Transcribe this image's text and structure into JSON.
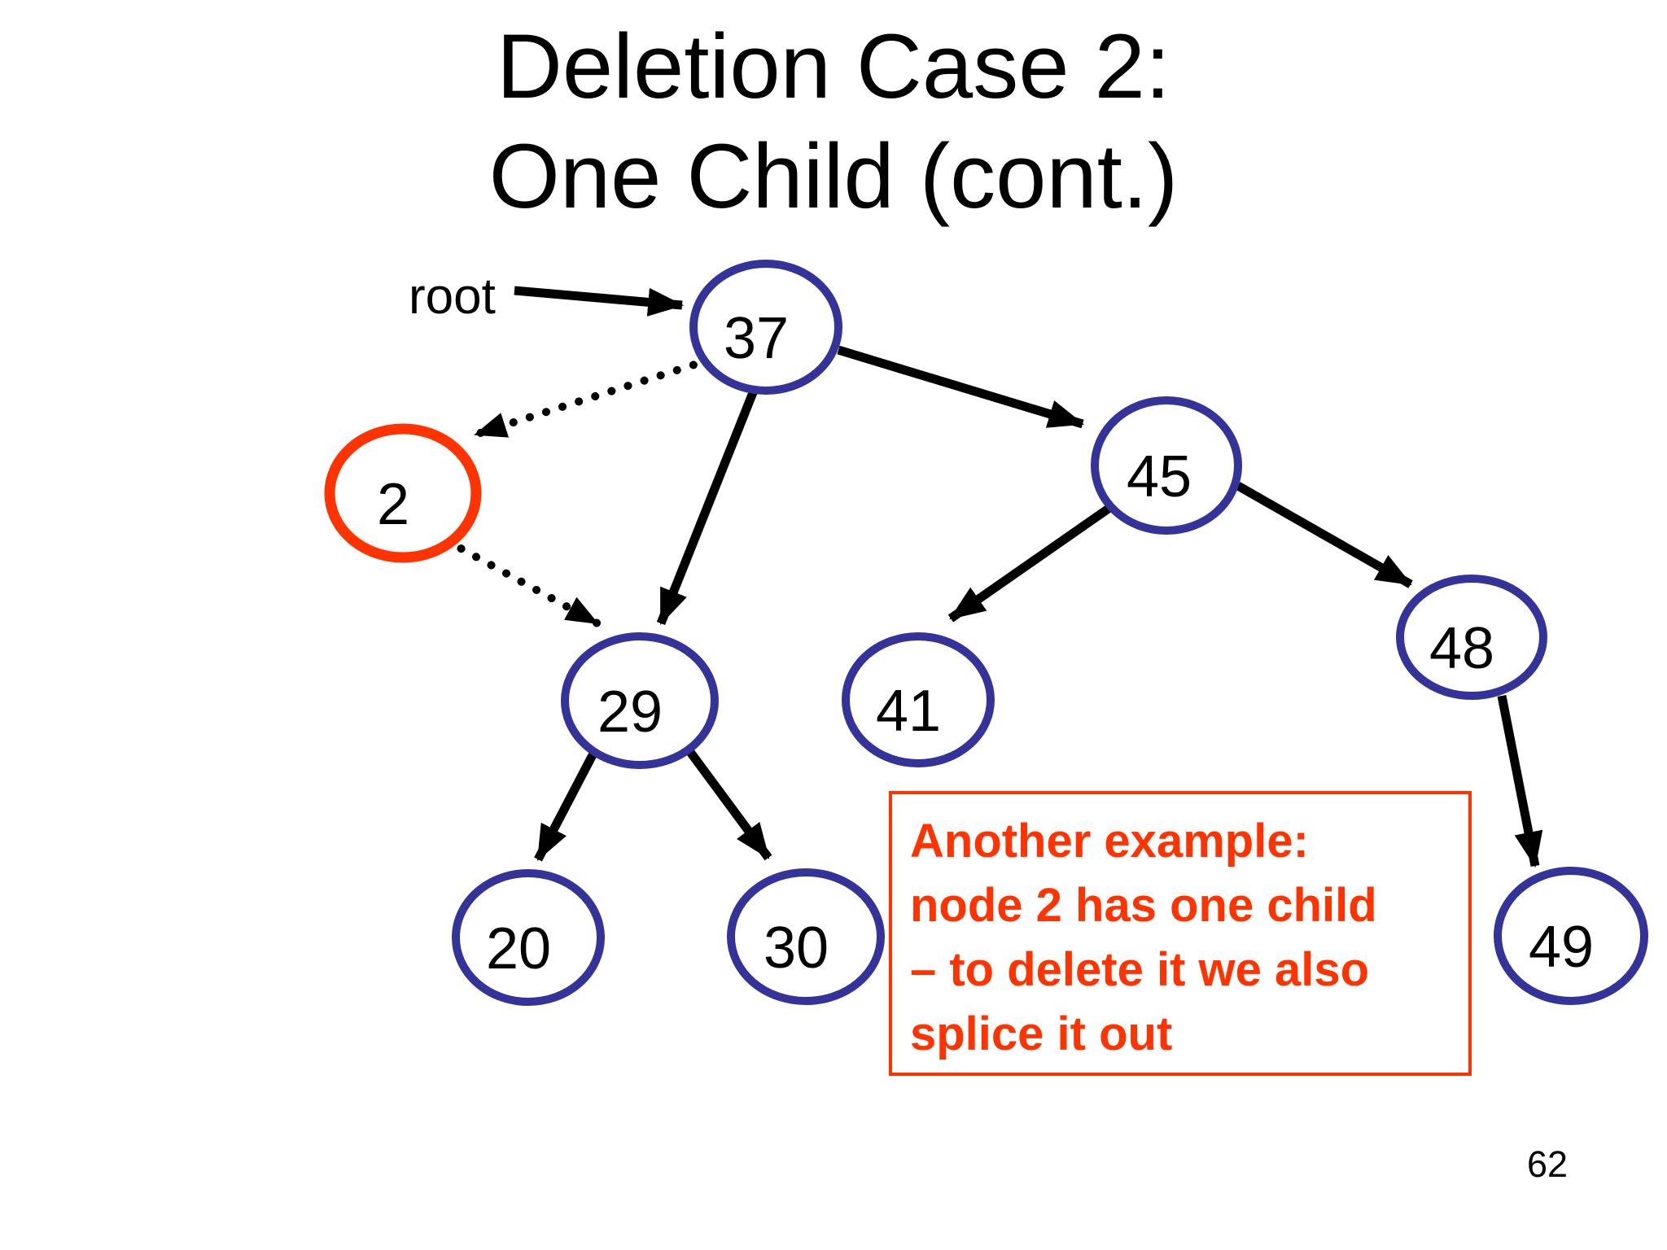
{
  "slide": {
    "title": {
      "line1": "Deletion Case 2:",
      "line2": "One Child (cont.)"
    },
    "page_number": "62"
  },
  "colors": {
    "node_border_blue": "#333399",
    "highlight_red": "#ff3300",
    "edge_black": "#000000",
    "background": "#ffffff"
  },
  "tree": {
    "root_pointer_label": "root",
    "nodes": [
      {
        "id": "37",
        "label": "37",
        "highlighted": false
      },
      {
        "id": "2",
        "label": "2",
        "highlighted": true
      },
      {
        "id": "45",
        "label": "45",
        "highlighted": false
      },
      {
        "id": "29",
        "label": "29",
        "highlighted": false
      },
      {
        "id": "41",
        "label": "41",
        "highlighted": false
      },
      {
        "id": "48",
        "label": "48",
        "highlighted": false
      },
      {
        "id": "20",
        "label": "20",
        "highlighted": false
      },
      {
        "id": "30",
        "label": "30",
        "highlighted": false
      },
      {
        "id": "49",
        "label": "49",
        "highlighted": false
      }
    ],
    "edges": [
      {
        "from": "root-pointer",
        "to": "37",
        "style": "solid"
      },
      {
        "from": "37",
        "to": "2",
        "style": "dotted"
      },
      {
        "from": "37",
        "to": "29",
        "style": "solid"
      },
      {
        "from": "37",
        "to": "45",
        "style": "solid"
      },
      {
        "from": "2",
        "to": "29",
        "style": "dotted"
      },
      {
        "from": "45",
        "to": "41",
        "style": "solid"
      },
      {
        "from": "45",
        "to": "48",
        "style": "solid"
      },
      {
        "from": "29",
        "to": "20",
        "style": "solid"
      },
      {
        "from": "29",
        "to": "30",
        "style": "solid"
      },
      {
        "from": "48",
        "to": "49",
        "style": "solid"
      }
    ]
  },
  "callout": {
    "lines": [
      "Another example:",
      "node 2 has one child",
      "– to delete it we also",
      "splice it out"
    ]
  }
}
